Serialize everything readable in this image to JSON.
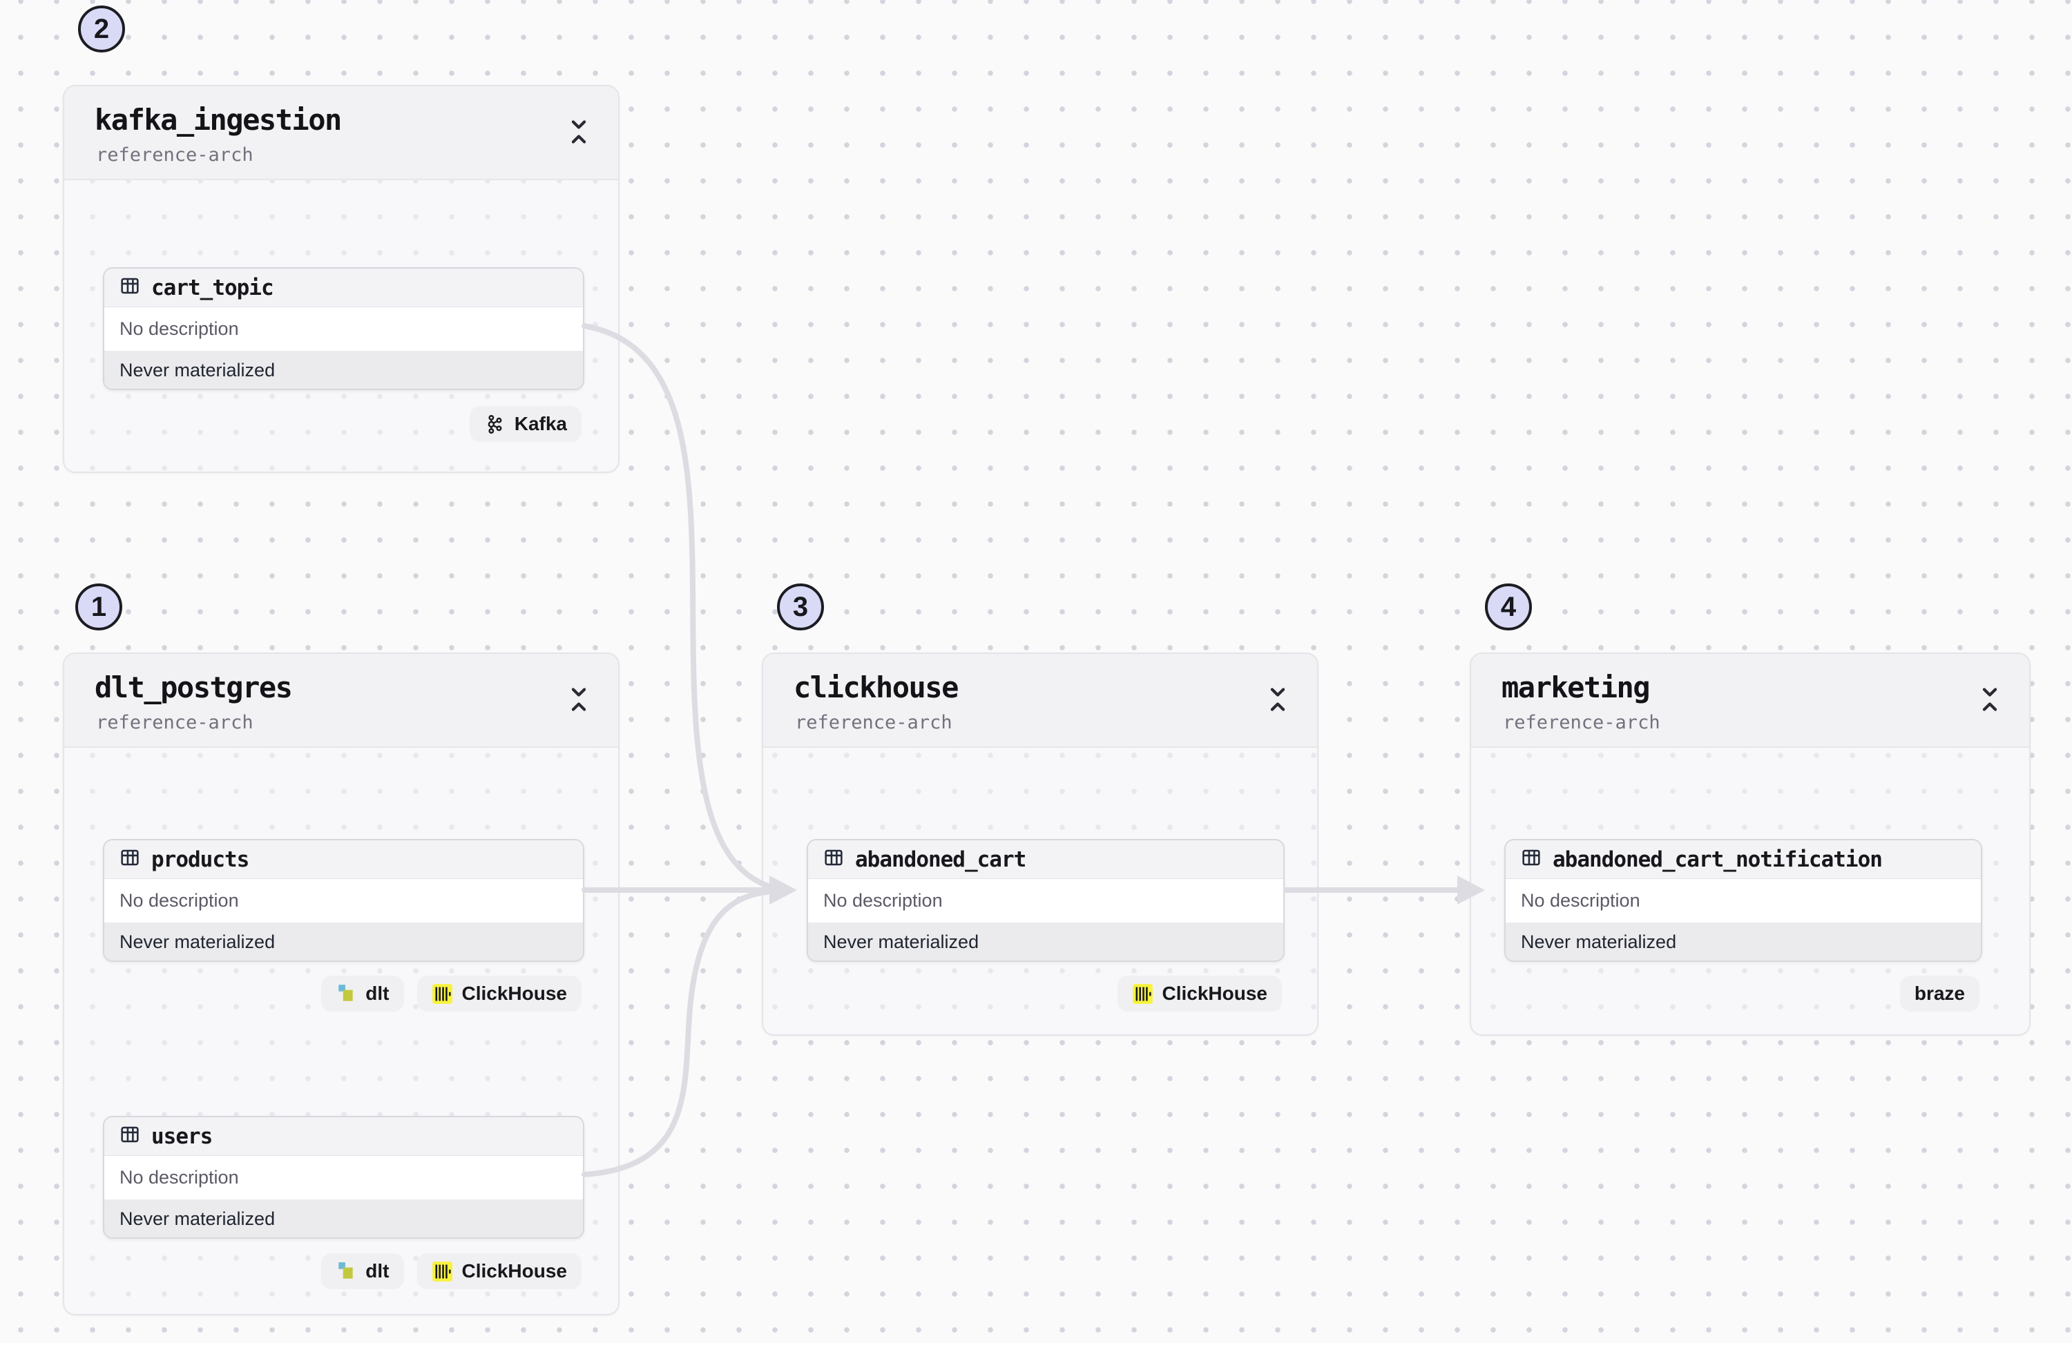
{
  "canvas": {
    "background": "#fafafa",
    "dot_color": "#d4d4dd"
  },
  "colors": {
    "marker_fill": "#d9daf6",
    "marker_border": "#1c1c22",
    "edge": "#dcdce2",
    "clickhouse_yellow": "#f7f33e",
    "dlt_blue": "#6cb9d6",
    "dlt_olive": "#c3c93e",
    "badge_bg": "#f0f0f2",
    "card_status_bg": "#ebebee"
  },
  "groups": [
    {
      "marker": "2",
      "title": "kafka_ingestion",
      "subtitle": "reference-arch",
      "assets": [
        {
          "name": "cart_topic",
          "description": "No description",
          "status": "Never materialized",
          "badges": [
            {
              "label": "Kafka",
              "icon": "kafka-icon"
            }
          ]
        }
      ]
    },
    {
      "marker": "1",
      "title": "dlt_postgres",
      "subtitle": "reference-arch",
      "assets": [
        {
          "name": "products",
          "description": "No description",
          "status": "Never materialized",
          "badges": [
            {
              "label": "dlt",
              "icon": "dlt-icon"
            },
            {
              "label": "ClickHouse",
              "icon": "clickhouse-icon"
            }
          ]
        },
        {
          "name": "users",
          "description": "No description",
          "status": "Never materialized",
          "badges": [
            {
              "label": "dlt",
              "icon": "dlt-icon"
            },
            {
              "label": "ClickHouse",
              "icon": "clickhouse-icon"
            }
          ]
        }
      ]
    },
    {
      "marker": "3",
      "title": "clickhouse",
      "subtitle": "reference-arch",
      "assets": [
        {
          "name": "abandoned_cart",
          "description": "No description",
          "status": "Never materialized",
          "badges": [
            {
              "label": "ClickHouse",
              "icon": "clickhouse-icon"
            }
          ]
        }
      ]
    },
    {
      "marker": "4",
      "title": "marketing",
      "subtitle": "reference-arch",
      "assets": [
        {
          "name": "abandoned_cart_notification",
          "description": "No description",
          "status": "Never materialized",
          "badges": [
            {
              "label": "braze",
              "icon": null
            }
          ]
        }
      ]
    }
  ],
  "edges": [
    {
      "source": "cart_topic",
      "target": "abandoned_cart"
    },
    {
      "source": "products",
      "target": "abandoned_cart"
    },
    {
      "source": "users",
      "target": "abandoned_cart"
    },
    {
      "source": "abandoned_cart",
      "target": "abandoned_cart_notification"
    }
  ]
}
